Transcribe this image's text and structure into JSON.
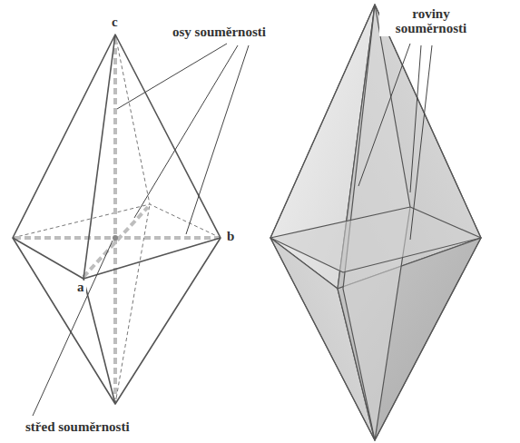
{
  "diagram": {
    "labels": [
      "osy souměrnosti",
      "c",
      "b",
      "a",
      "střed souměrnosti",
      "roviny souměrnosti"
    ]
  }
}
